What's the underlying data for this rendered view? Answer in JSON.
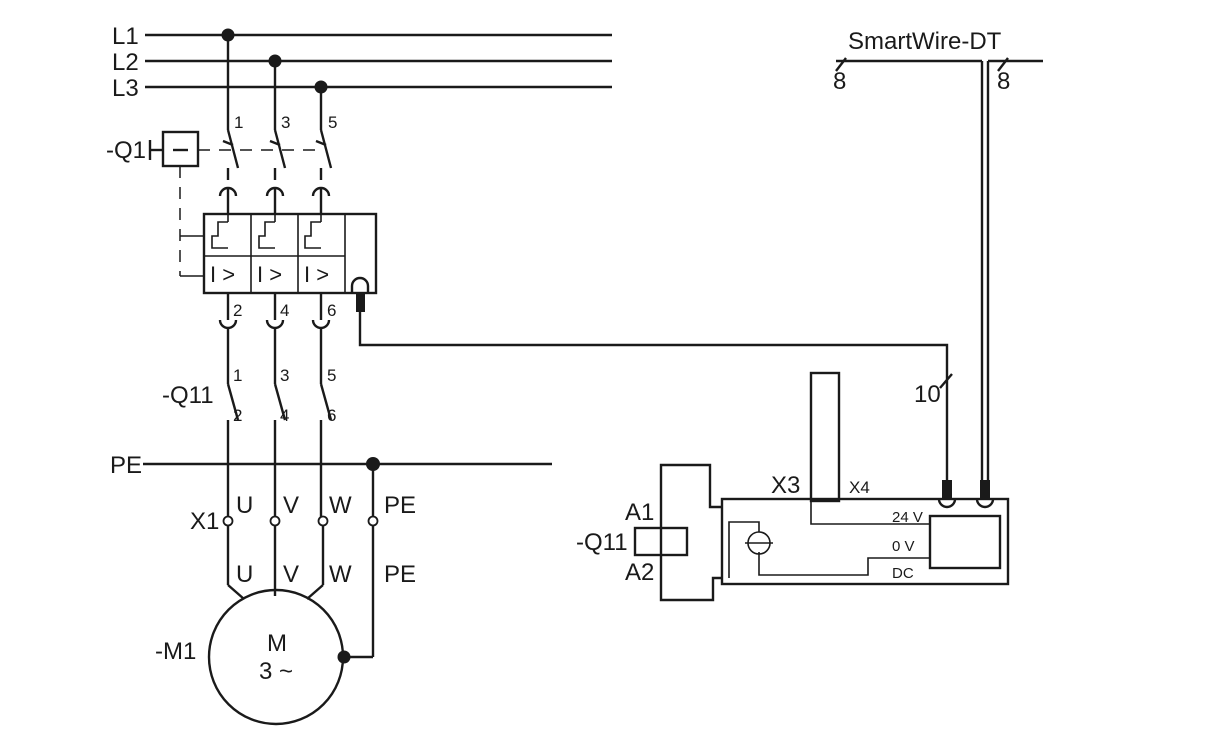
{
  "labels": {
    "l1": "L1",
    "l2": "L2",
    "l3": "L3",
    "q1": "-Q1",
    "q11": "-Q11",
    "pe": "PE",
    "x1": "X1",
    "m1": "-M1",
    "motor_m": "M",
    "motor_phase": "3 ~",
    "t1": "1",
    "t3": "3",
    "t5": "5",
    "t2": "2",
    "t4": "4",
    "t6": "6",
    "c1": "1",
    "c3": "3",
    "c5": "5",
    "c2": "2",
    "c4": "4",
    "c6": "6",
    "x1_u": "U",
    "x1_v": "V",
    "x1_w": "W",
    "x1_pe": "PE",
    "m_u": "U",
    "m_v": "V",
    "m_w": "W",
    "m_pe": "PE",
    "ov1": "I >",
    "ov2": "I >",
    "ov3": "I >",
    "smartwire": "SmartWire-DT",
    "bus_left": "8",
    "bus_right": "8",
    "cable10": "10",
    "x3": "X3",
    "x4": "X4",
    "a1": "A1",
    "a2": "A2",
    "q11_coil": "-Q11",
    "v24": "24 V",
    "v0": "0 V",
    "dc": "DC"
  }
}
